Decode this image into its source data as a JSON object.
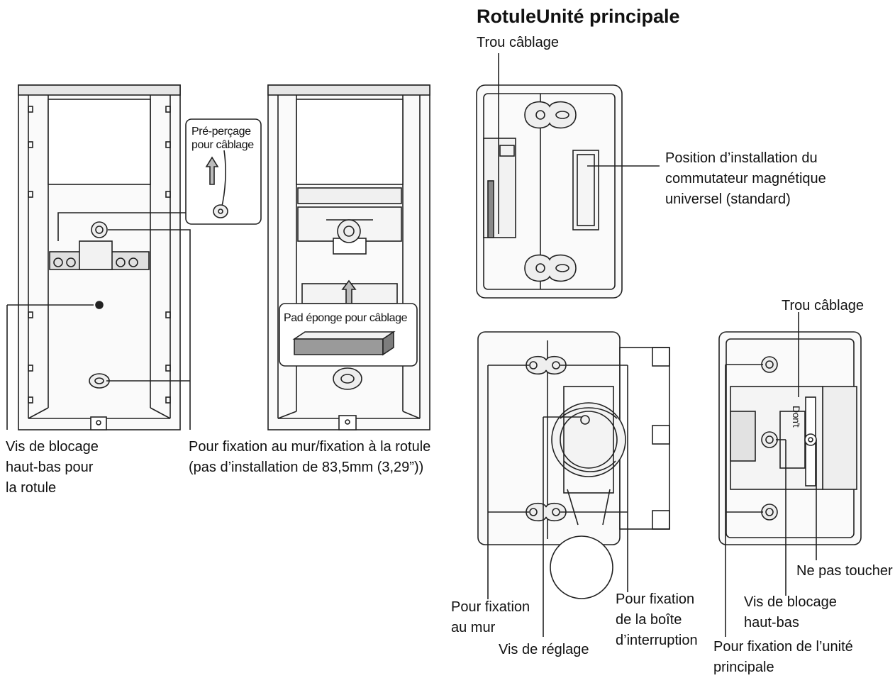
{
  "title": "RotuleUnité principale",
  "labels": {
    "trou_cablage_top": "Trou câblage",
    "magnetic_position": [
      "Position d’installation du",
      "commutateur magnétique",
      "universel (standard)"
    ],
    "trou_cablage_right": "Trou câblage",
    "vis_blocage_rotule": [
      "Vis de blocage",
      "haut-bas pour",
      "la rotule"
    ],
    "fixation_mur_rotule": [
      "Pour fixation au mur/fixation à la rotule",
      "(pas d’installation de 83,5mm (3,29”))"
    ],
    "pour_fixation_au_mur": [
      "Pour fixation",
      "au mur"
    ],
    "vis_de_reglage": "Vis de réglage",
    "fixation_boite": [
      "Pour fixation",
      "de la boîte",
      "d’interruption"
    ],
    "ne_pas_toucher": "Ne pas toucher",
    "vis_blocage_haut_bas": [
      "Vis de blocage",
      "haut-bas"
    ],
    "fixation_unite": [
      "Pour fixation de l’unité",
      "principale"
    ],
    "pre_percage": [
      "Pré-perçage",
      "pour câblage"
    ],
    "pad_eponge": "Pad éponge pour câblage",
    "dont_touch": "Don't"
  },
  "colors": {
    "line": "#222222",
    "fill_light": "#f2f2f2",
    "fill_mid": "#d9d9d9",
    "fill_dark": "#9a9a9a"
  }
}
